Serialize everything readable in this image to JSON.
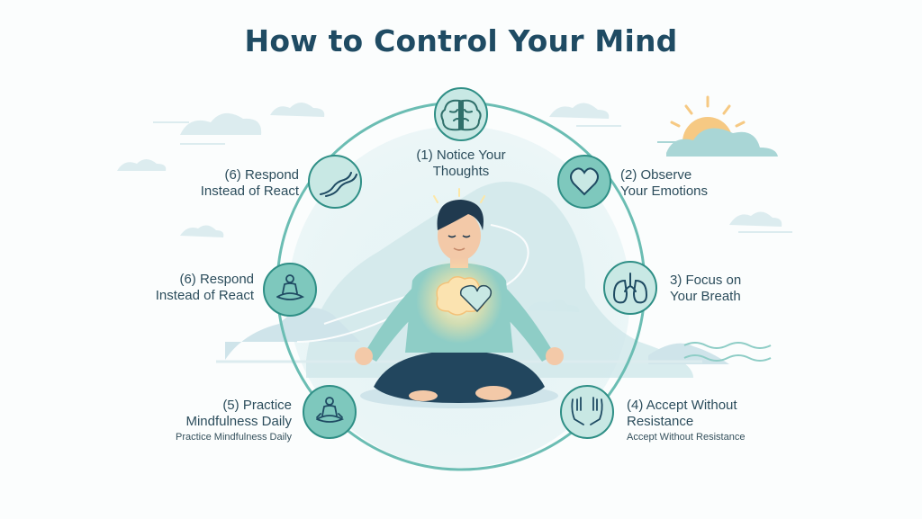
{
  "title": "How to Control Your Mind",
  "steps": [
    {
      "key": "notice",
      "label_lines": [
        "(1) Notice Your",
        "Thoughts"
      ],
      "icon": "brain-icon"
    },
    {
      "key": "observe",
      "label_lines": [
        "(2) Observe",
        "Your Emotions"
      ],
      "icon": "heart-icon"
    },
    {
      "key": "breath",
      "label_lines": [
        "3) Focus on",
        "Your Breath"
      ],
      "icon": "lungs-icon"
    },
    {
      "key": "accept",
      "label_lines": [
        "(4) Accept Without",
        "Resistance"
      ],
      "caption": "Accept Without Resistance",
      "icon": "open-hands-icon"
    },
    {
      "key": "practice",
      "label_lines": [
        "(5) Practice",
        "Mindfulness Daily"
      ],
      "caption": "Practice Mindfulness Daily",
      "icon": "meditation-icon"
    },
    {
      "key": "respond-mid",
      "label_lines": [
        "(6) Respond",
        "Instead of React"
      ],
      "icon": "meditation-icon"
    },
    {
      "key": "respond-top",
      "label_lines": [
        "(6) Respond",
        "Instead of React"
      ],
      "icon": "winding-road-icon"
    }
  ],
  "colors": {
    "title": "#1f4b63",
    "node_fill": "#c8e8e4",
    "node_fill_dark": "#7ec8bd",
    "node_stroke": "#2f8f86",
    "ring": "#6bbdb3",
    "shirt": "#8ecdc6",
    "pants": "#22465e",
    "hair": "#203a4f",
    "skin": "#f3c9a8",
    "sun": "#f6c983"
  }
}
